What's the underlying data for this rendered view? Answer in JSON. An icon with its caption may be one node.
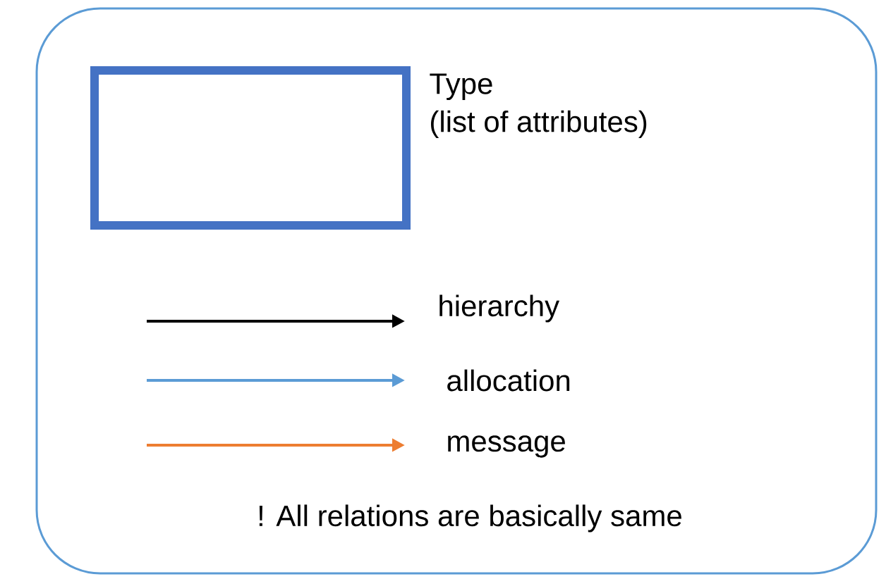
{
  "diagram": {
    "nodes": [
      {
        "text": [],
        "shape": "box",
        "beside": [
          "Type (list of attributes)"
        ]
      }
    ],
    "labels": [
      "! All relations are basically same"
    ],
    "legend": [
      {
        "text": "hierarchy"
      },
      {
        "text": "allocation"
      },
      {
        "text": "message"
      }
    ]
  }
}
